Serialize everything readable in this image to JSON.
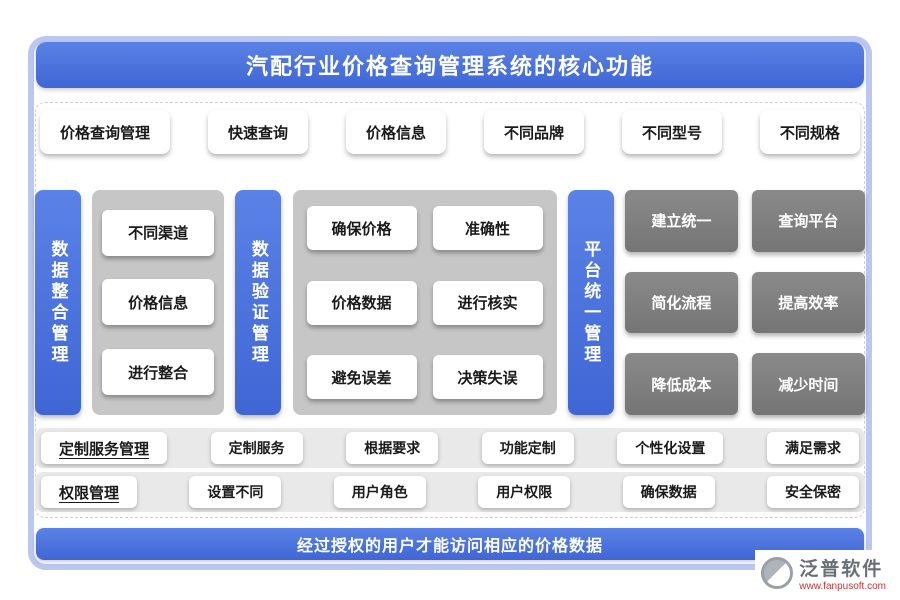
{
  "header": {
    "title": "汽配行业价格查询管理系统的核心功能"
  },
  "top_row": {
    "items": [
      "价格查询管理",
      "快速查询",
      "价格信息",
      "不同品牌",
      "不同型号",
      "不同规格"
    ]
  },
  "sections": {
    "integration": {
      "label": "数据整合管理",
      "items": [
        "不同渠道",
        "价格信息",
        "进行整合"
      ]
    },
    "validation": {
      "label": "数据验证管理",
      "items": [
        "确保价格",
        "准确性",
        "价格数据",
        "进行核实",
        "避免误差",
        "决策失误"
      ]
    },
    "platform": {
      "label": "平台统一管理",
      "items": [
        "建立统一",
        "查询平台",
        "简化流程",
        "提高效率",
        "降低成本",
        "减少时间"
      ]
    }
  },
  "custom_row": {
    "label": "定制服务管理",
    "items": [
      "定制服务",
      "根据要求",
      "功能定制",
      "个性化设置",
      "满足需求"
    ]
  },
  "permission_row": {
    "label": "权限管理",
    "items": [
      "设置不同",
      "用户角色",
      "用户权限",
      "确保数据",
      "安全保密"
    ]
  },
  "footer": {
    "text": "经过授权的用户才能访问相应的价格数据"
  },
  "brand": {
    "name": "泛普软件",
    "url": "www.fanpusoft.com"
  },
  "colors": {
    "primary_blue": "#4a72d9",
    "frame_blue": "#b9c7f1",
    "panel_gray": "#c6c6c6",
    "dark_gray": "#7d7d7d",
    "strip_gray": "#e9e9e9",
    "url_red": "#cc3333"
  }
}
